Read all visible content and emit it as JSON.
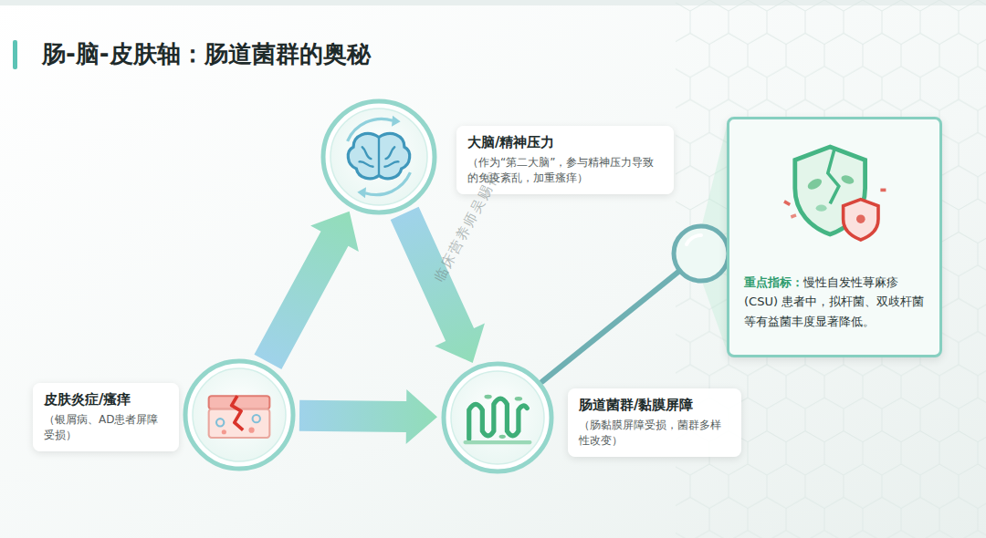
{
  "diagram": {
    "title": "肠-脑-皮肤轴：肠道菌群的奥秘",
    "nodes": [
      {
        "text": [
          "大脑/精神压力",
          "（作为“第二大脑”，参与精神压力导致的免疫紊乱，加重瘙痒）"
        ]
      },
      {
        "text": [
          "皮肤炎症/瘙痒",
          "（银屑病、AD患者屏障受损）"
        ]
      },
      {
        "text": [
          "肠道菌群/黏膜屏障",
          "（肠黏膜屏障受损，菌群多样性改变）"
        ]
      },
      {
        "text": [
          "重点指标：",
          "慢性自发性荨麻疹 (CSU) 患者中，拟杆菌、双歧杆菌等有益菌丰度显著降低。"
        ]
      }
    ],
    "edges": [
      {
        "from": 1,
        "to": 0,
        "arrow": "to"
      },
      {
        "from": 0,
        "to": 2,
        "arrow": "to"
      },
      {
        "from": 1,
        "to": 2,
        "arrow": "to"
      },
      {
        "from": 2,
        "to": 3,
        "arrow": "none"
      }
    ],
    "labels": [
      "临床营养师吴赐裕"
    ]
  }
}
